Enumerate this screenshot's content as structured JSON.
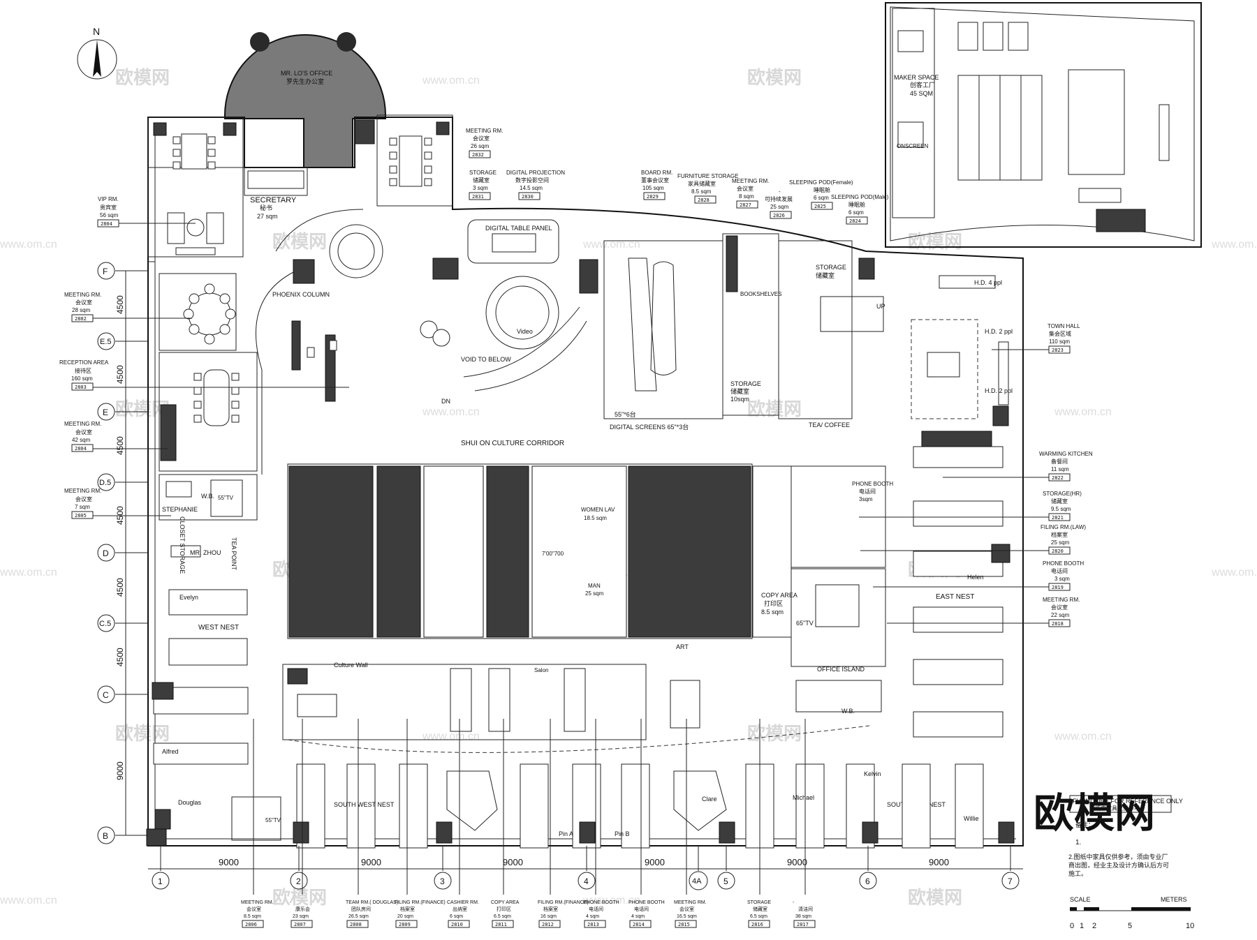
{
  "north": {
    "label": "N"
  },
  "grid_rows": [
    "F",
    "E.5",
    "E",
    "D.5",
    "D",
    "C.5",
    "C",
    "B"
  ],
  "grid_cols": [
    "1",
    "2",
    "3",
    "4",
    "4A",
    "5",
    "6",
    "7"
  ],
  "row_dims": [
    "4500",
    "4500",
    "4500",
    "4500",
    "4500",
    "4500",
    "9000"
  ],
  "col_dims": [
    "9000",
    "9000",
    "9000",
    "9000",
    "9000",
    "9000"
  ],
  "rooms": {
    "mr_lo": {
      "name": "MR. LO'S OFFICE",
      "cn": "罗先生办公室"
    },
    "secretary": {
      "name": "SECRETARY",
      "cn": "秘书",
      "area": "27 sqm"
    },
    "vip": {
      "name": "VIP RM.",
      "cn": "贵宾室",
      "area": "56 sqm",
      "code": "2804"
    },
    "meet_top": {
      "name": "MEETING RM.",
      "cn": "会议室",
      "area": "26 sqm",
      "code": "2832"
    },
    "storage_top": {
      "name": "STORAGE",
      "cn": "储藏室",
      "area": "3 sqm",
      "code": "2831"
    },
    "digital": {
      "name": "DIGITAL PROJECTION",
      "cn": "数字投影空间",
      "area": "14.5 sqm",
      "code": "2830"
    },
    "board": {
      "name": "BOARD RM.",
      "cn": "董事会议室",
      "area": "105 sqm",
      "code": "2829"
    },
    "furn_storage": {
      "name": "FURNITURE STORAGE",
      "cn": "家具储藏室",
      "area": "8.5 sqm",
      "code": "2828"
    },
    "meet_2827": {
      "name": "MEETING RM.",
      "cn": "会议室",
      "area": "8 sqm",
      "code": "2827"
    },
    "pod_dash": {
      "name": "-",
      "cn": "可持续发展",
      "area": "25 sqm",
      "code": "2826"
    },
    "pod_f": {
      "name": "SLEEPING POD(Female)",
      "cn": "睡眠舱",
      "area": "6 sqm",
      "code": "2825"
    },
    "pod_m": {
      "name": "SLEEPING POD(Male)",
      "cn": "睡眠舱",
      "area": "6 sqm",
      "code": "2824"
    },
    "meet_2802": {
      "name": "MEETING RM.",
      "cn": "会议室",
      "area": "28 sqm",
      "code": "2802"
    },
    "reception": {
      "name": "RECEPTION AREA",
      "cn": "接待区",
      "area": "160 sqm",
      "code": "2803"
    },
    "meet_2804": {
      "name": "MEETING RM.",
      "cn": "会议室",
      "area": "42 sqm",
      "code": "2804"
    },
    "meet_2805": {
      "name": "MEETING RM.",
      "cn": "会议室",
      "area": "7 sqm",
      "code": "2805"
    },
    "town_hall": {
      "name": "TOWN HALL",
      "cn": "集会区域",
      "area": "110 sqm",
      "code": "2823"
    },
    "warm_kitchen": {
      "name": "WARMING KITCHEN",
      "cn": "备餐间",
      "area": "11 sqm",
      "code": "2822"
    },
    "storage_hr": {
      "name": "STORAGE(HR)",
      "cn": "储藏室",
      "area": "9.5 sqm",
      "code": "2821"
    },
    "filing_law": {
      "name": "FILING RM.(LAW)",
      "cn": "档案室",
      "area": "25 sqm",
      "code": "2820"
    },
    "phone_2819": {
      "name": "PHONE BOOTH",
      "cn": "电话间",
      "area": "3 sqm",
      "code": "2819"
    },
    "meet_2818": {
      "name": "MEETING RM.",
      "cn": "会议室",
      "area": "22 sqm",
      "code": "2818"
    },
    "maker": {
      "name": "MAKER SPACE",
      "cn": "创客工厂",
      "area": "45 SQM"
    }
  },
  "bottom_rooms": [
    {
      "name": "MEETING RM.",
      "cn": "会议室",
      "area": "8.5 sqm",
      "code": "2806"
    },
    {
      "name": "-",
      "cn": "康乐会",
      "area": "23 sqm",
      "code": "2807"
    },
    {
      "name": "TEAM RM.( DOUGLAS)",
      "cn": "团队房间",
      "area": "26.5 sqm",
      "code": "2808"
    },
    {
      "name": "FILING RM.(FINANCE)",
      "cn": "档案室",
      "area": "20 sqm",
      "code": "2809"
    },
    {
      "name": "CASHIER RM.",
      "cn": "出纳室",
      "area": "6 sqm",
      "code": "2810"
    },
    {
      "name": "COPY AREA",
      "cn": "打印区",
      "area": "6.5 sqm",
      "code": "2811"
    },
    {
      "name": "FILING RM.(FINANCE)",
      "cn": "档案室",
      "area": "16 sqm",
      "code": "2812"
    },
    {
      "name": "PHONE BOOTH",
      "cn": "电话间",
      "area": "4 sqm",
      "code": "2813"
    },
    {
      "name": "PHONE BOOTH",
      "cn": "电话间",
      "area": "4 sqm",
      "code": "2814"
    },
    {
      "name": "MEETING RM.",
      "cn": "会议室",
      "area": "16.5 sqm",
      "code": "2815"
    },
    {
      "name": "STORAGE",
      "cn": "储藏室",
      "area": "6.5 sqm",
      "code": "2816"
    },
    {
      "name": "-",
      "cn": "清洁间",
      "area": "38 sqm",
      "code": "2817"
    }
  ],
  "labels": {
    "corridor": "SHUI ON CULTURE CORRIDOR",
    "phoenix": "PHOENIX COLUMN",
    "void": "VOID TO BELOW",
    "video": "Video",
    "digital_panel": "DIGITAL TABLE PANEL",
    "digital_screens": "DIGITAL SCREENS 65\"*3台",
    "screens_short": "55\"*6台",
    "bookshelves": "BOOKSHELVES",
    "storage_10": "STORAGE",
    "storage_10_cn": "储藏室",
    "storage_10_area": "10sqm",
    "storage_r": "STORAGE",
    "storage_r_cn": "储藏室",
    "tea_coffee": "TEA/ COFFEE",
    "west_nest": "WEST NEST",
    "east_nest": "EAST NEST",
    "sw_nest": "SOUTH WEST NEST",
    "se_nest": "SOUTH EAST NEST",
    "office_island": "OFFICE ISLAND",
    "copy_area": "COPY AREA",
    "copy_area_cn": "打印区",
    "copy_area_area": "8.5 sqm",
    "culture_wall": "Culture Wall",
    "women_lav": "WOMEN LAV",
    "women_lav_area": "18.5 sqm",
    "men_lav": "MAN",
    "men_lav_area": "25 sqm",
    "phone_booth": "PHONE BOOTH",
    "phone_booth_cn": "电话间",
    "phone_booth_area": "3sqm",
    "closet_storage": "CLOSET STORAGE",
    "tea_point": "TEA POINT",
    "art": "ART",
    "dn": "DN",
    "up": "UP",
    "hd4": "H.D. 4 ppl",
    "hd2a": "H.D. 2 ppl",
    "hd2b": "H.D. 2 ppl",
    "tv55": "55\"TV",
    "tv65": "65\"TV",
    "wb": "W.B.",
    "mr_zhou": "MR. ZHOU",
    "stephanie": "STEPHANIE",
    "evelyn": "Evelyn",
    "alfred": "Alfred",
    "douglas": "Douglas",
    "helen": "Helen",
    "kelvin": "Kelvin",
    "michael": "Michael",
    "willie": "Willie",
    "clare": "Clare",
    "pin_a": "Pin A",
    "pin_b": "Pin B",
    "lo_7": "7'00\"700",
    "salon": "Salon",
    "furniture_ref": "FURNITURE FOR REFERENCE ONLY",
    "furniture_ref_cn": "图纸中家具仅供参考",
    "note_title": "备注：",
    "note_1": "1.",
    "note_2": "2.图纸中家具仅供参考，须由专业厂商出图，经业主及设计方确认后方可施工。",
    "scale": "SCALE",
    "meters": "METERS",
    "onscreen": "ONSCREEN",
    "watermark_cn": "欧模网",
    "watermark_url": "www.om.cn",
    "big_mark": "欧模网"
  },
  "scale_ticks": [
    "0",
    "1",
    "2",
    "5",
    "10"
  ]
}
